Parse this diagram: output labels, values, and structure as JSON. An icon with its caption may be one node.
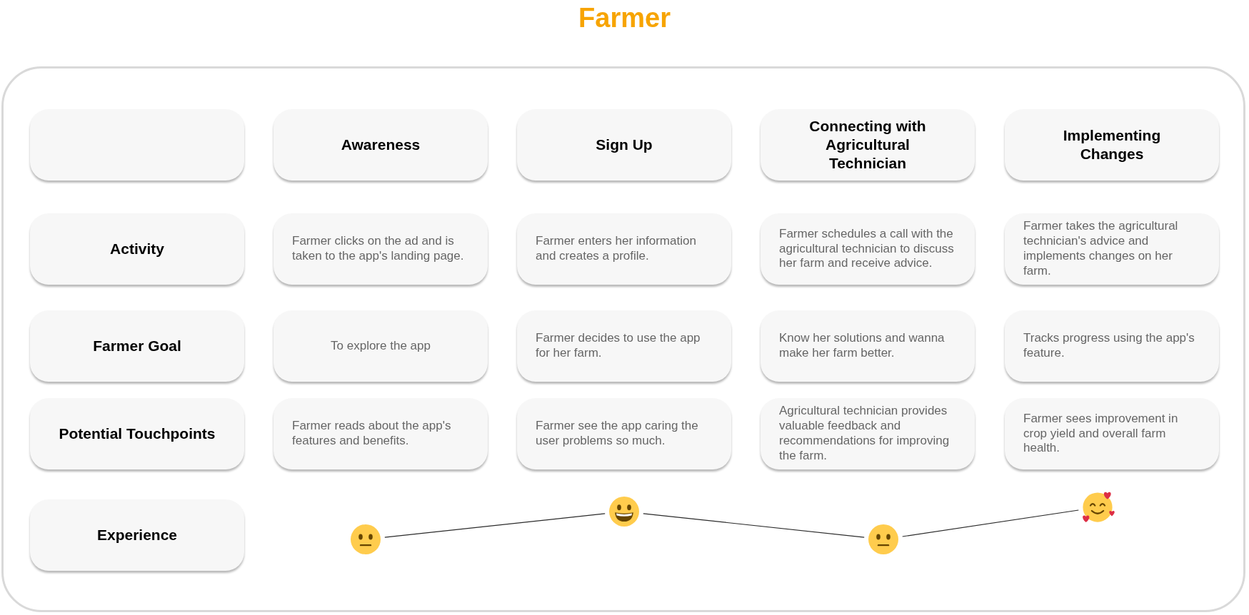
{
  "diagram": {
    "title": "Farmer",
    "nodes": [
      {
        "text": [],
        "shape": "box"
      },
      {
        "text": [
          "Awareness"
        ]
      },
      {
        "text": [
          "Sign Up"
        ]
      },
      {
        "text": [
          "Connecting with Agricultural Technician"
        ]
      },
      {
        "text": [
          "Implementing Changes"
        ]
      },
      {
        "text": [
          "Activity"
        ]
      },
      {
        "text": [
          "Farmer clicks on the ad and is taken to the app's landing page."
        ]
      },
      {
        "text": [
          "Farmer enters her information and creates a profile."
        ]
      },
      {
        "text": [
          "Farmer schedules a call with the agricultural technician to discuss her farm and receive advice."
        ]
      },
      {
        "text": [
          "Farmer takes the agricultural technician's advice and implements changes on her farm."
        ]
      },
      {
        "text": [
          "Farmer Goal"
        ]
      },
      {
        "text": [
          "To explore the app"
        ]
      },
      {
        "text": [
          "Farmer decides to use the app for her farm."
        ]
      },
      {
        "text": [
          "Know her solutions and wanna make her farm better."
        ]
      },
      {
        "text": [
          "Tracks progress using the app's feature."
        ]
      },
      {
        "text": [
          "Potential Touchpoints"
        ]
      },
      {
        "text": [
          "Farmer reads about the app's features and benefits."
        ]
      },
      {
        "text": [
          "Farmer see the app caring the user problems so much."
        ]
      },
      {
        "text": [
          "Agricultural technician provides valuable feedback and recommendations for improving the farm."
        ]
      },
      {
        "text": [
          "Farmer sees improvement in crop yield and overall farm health."
        ]
      },
      {
        "text": [
          "Experience"
        ]
      },
      {
        "text": [],
        "shape": "picture"
      },
      {
        "text": [],
        "shape": "picture"
      },
      {
        "text": [],
        "shape": "picture"
      },
      {
        "text": [],
        "shape": "picture"
      }
    ],
    "edges": [
      {
        "from": 21,
        "to": 22,
        "arrow": "none"
      },
      {
        "from": 22,
        "to": 23,
        "arrow": "none"
      },
      {
        "from": 23,
        "to": 24,
        "arrow": "none"
      }
    ]
  }
}
